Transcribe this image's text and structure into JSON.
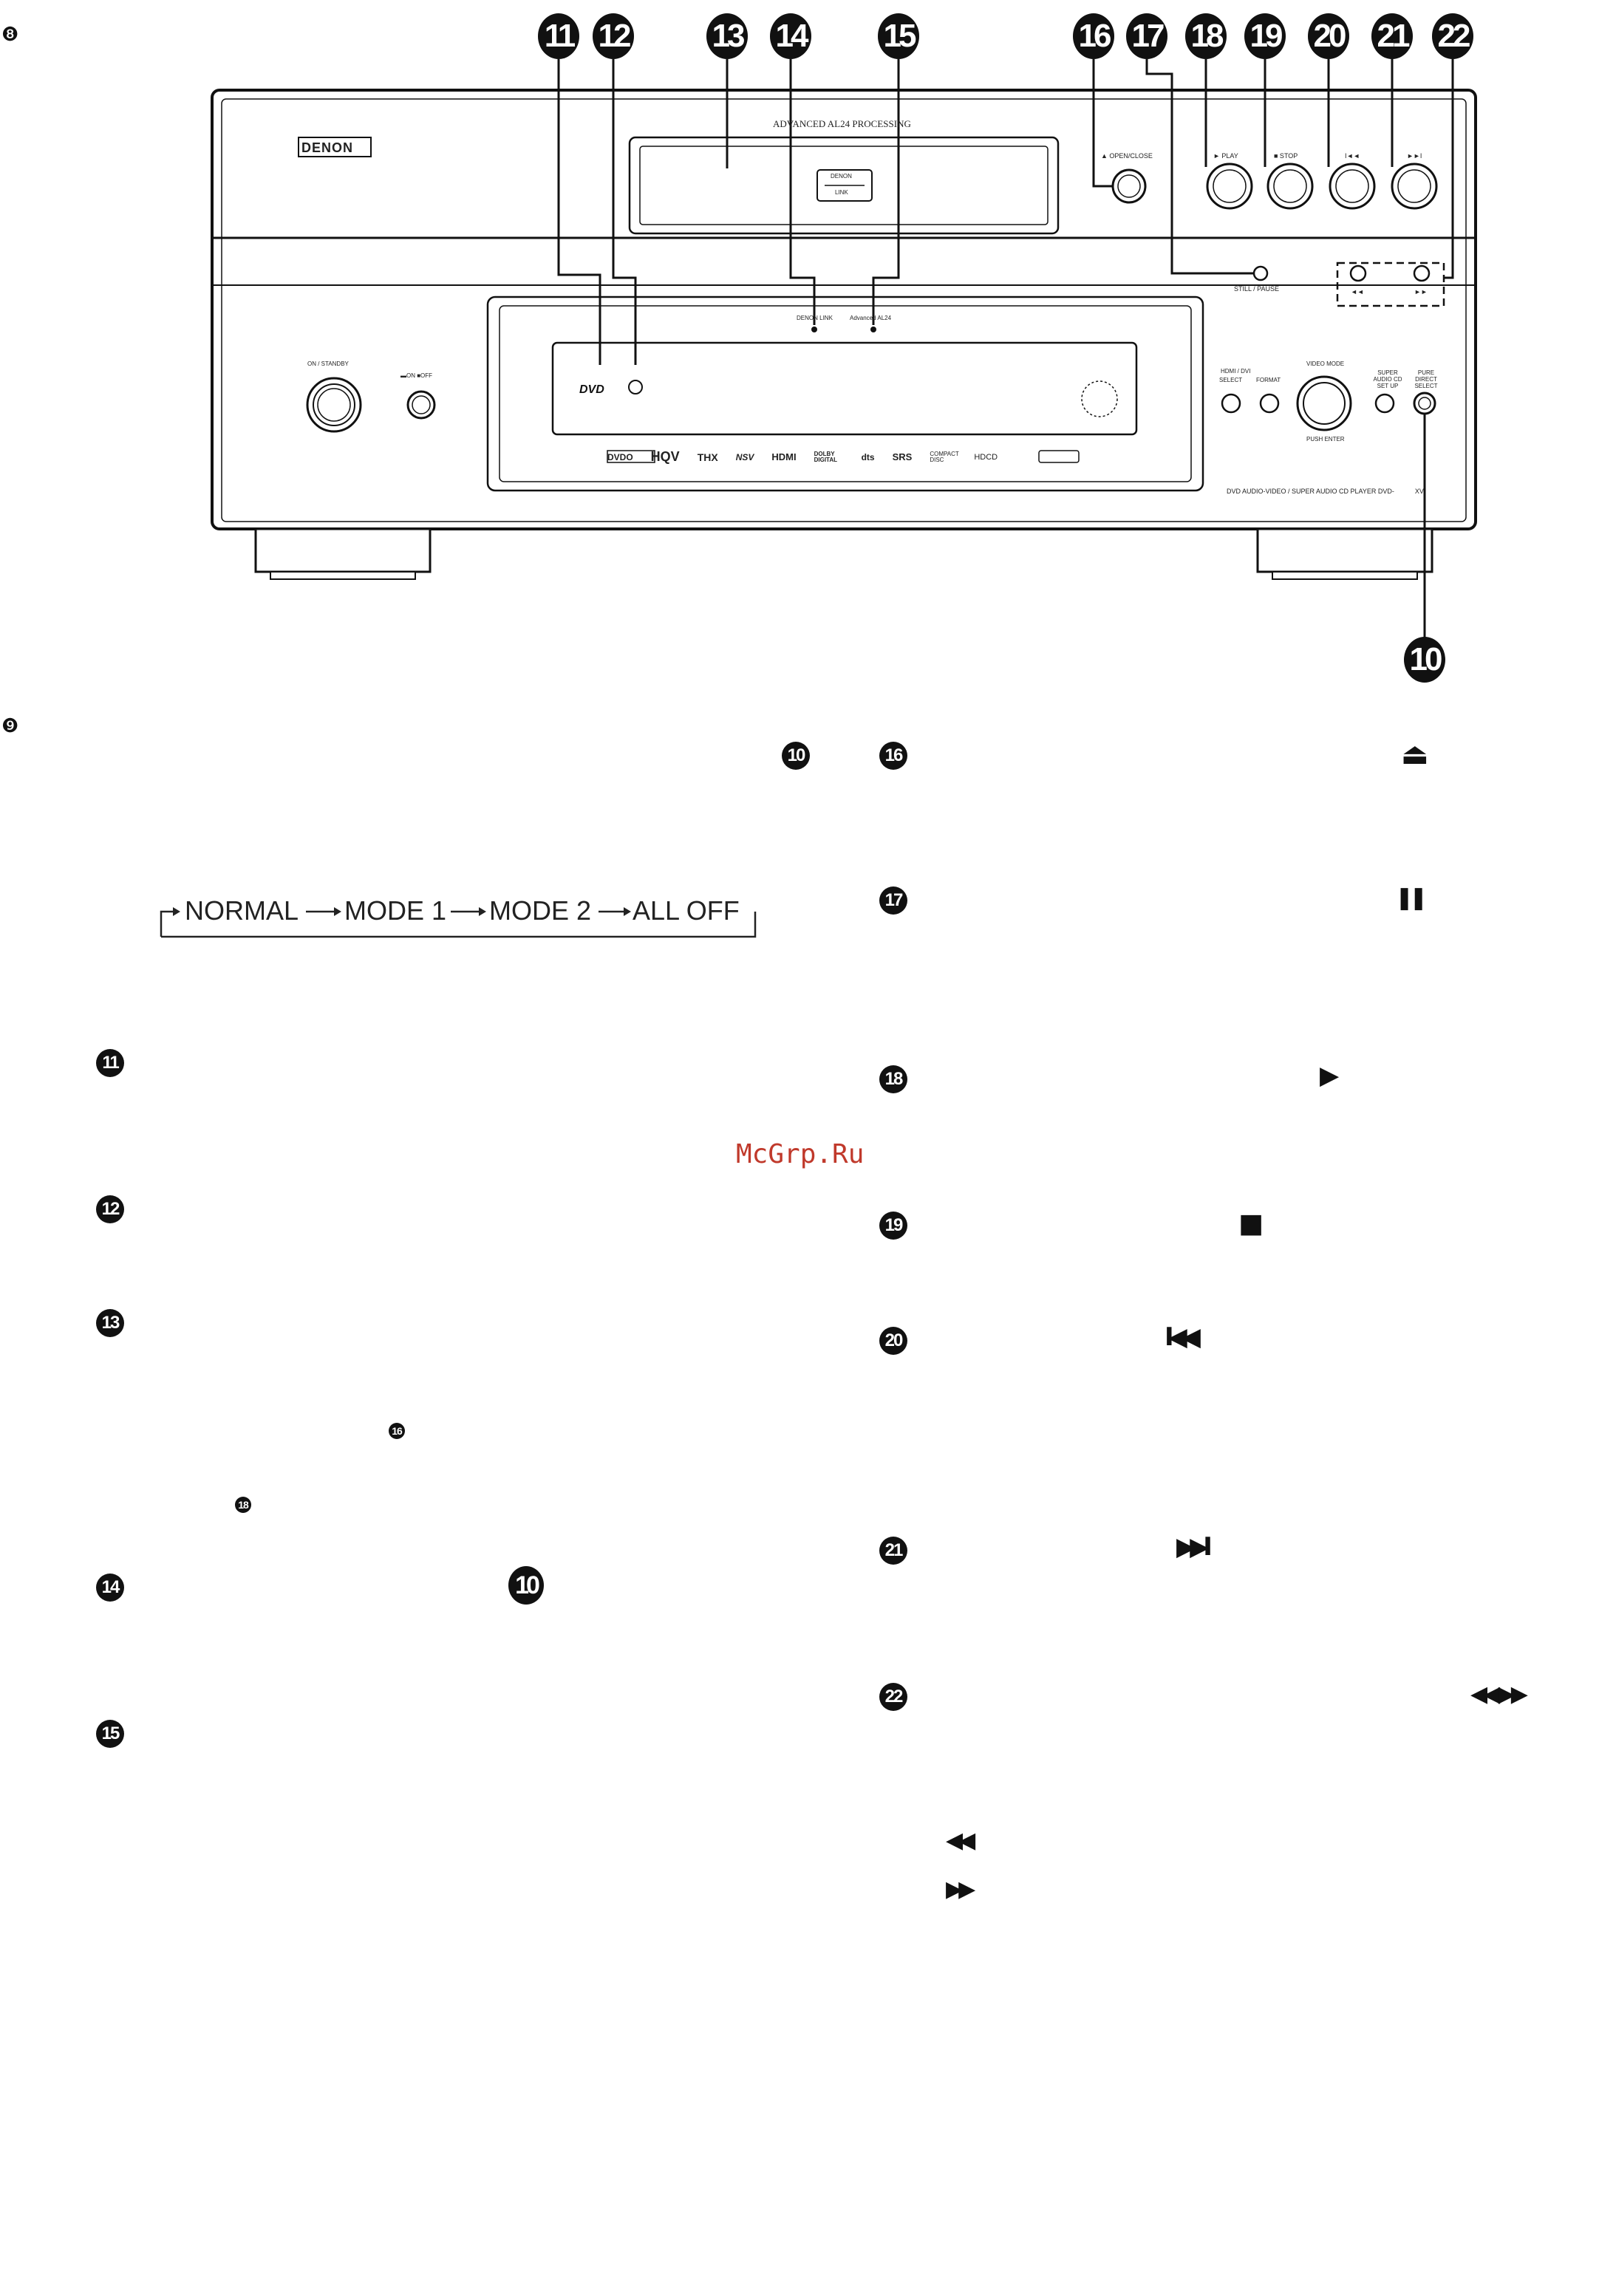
{
  "side_marks": {
    "top": "❽",
    "mid": "❾"
  },
  "device": {
    "brand": "DENON",
    "processing": "ADVANCED AL24 PROCESSING",
    "link_badge_top": "DENON",
    "link_badge_bottom": "LINK",
    "open_close": "▲ OPEN/CLOSE",
    "play": "► PLAY",
    "stop": "■ STOP",
    "prev": "I◄◄",
    "next": "►►I",
    "still_pause": "STILL / PAUSE",
    "rew": "◄◄",
    "ff": "►►",
    "denon_link_led": "DENON LINK",
    "advanced_al24_led": "Advanced AL24",
    "on_standby": "ON / STANDBY",
    "on_off": "▬ON  ■OFF",
    "hdmi_dvi": "HDMI / DVI",
    "select": "SELECT",
    "format": "FORMAT",
    "video_mode": "VIDEO MODE",
    "push_enter": "PUSH ENTER",
    "super_audio_cd_setup": "SUPER AUDIO CD SET UP",
    "pure_direct_select": "PURE DIRECT SELECT",
    "model_line": "DVD AUDIO-VIDEO / SUPER AUDIO CD PLAYER  DVD-",
    "model_suffix": "XV",
    "dvd_logo": "DVD",
    "logos": [
      "DVDO",
      "HQV",
      "THX",
      "NSV",
      "HDMI",
      "DOLBY DIGITAL",
      "dts",
      "SRS",
      "COMPACT DISC",
      "HDCD"
    ]
  },
  "callouts": [
    "11",
    "12",
    "13",
    "14",
    "15",
    "16",
    "17",
    "18",
    "19",
    "20",
    "21",
    "22"
  ],
  "callout_10": "10",
  "flow": {
    "normal": "NORMAL",
    "mode1": "MODE 1",
    "mode2": "MODE 2",
    "alloff": "ALL OFF"
  },
  "watermark": "McGrp.Ru",
  "symbols": {
    "eject": "⏏",
    "pause": "❚❚",
    "play": "▶",
    "stop": "■",
    "prev": "I◀◀",
    "next": "▶▶I",
    "rew_ff": "◀◀ ▶▶",
    "rew": "◀◀",
    "ff": "▶▶"
  }
}
